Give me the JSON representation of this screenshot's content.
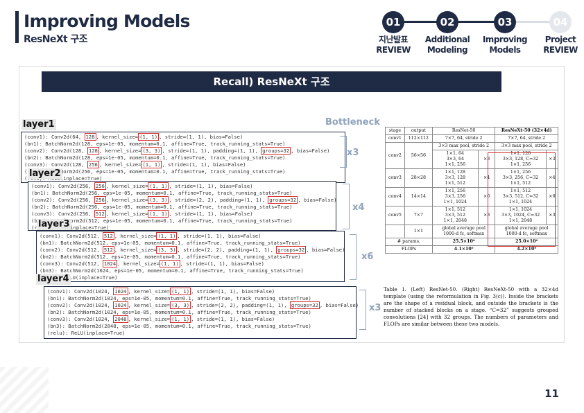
{
  "header": {
    "title": "Improving Models",
    "subtitle": "ResNeXt 구조"
  },
  "steps": [
    {
      "num": "01",
      "label_1": "지난발표",
      "label_2": "REVIEW",
      "active": true
    },
    {
      "num": "02",
      "label_1": "Additional",
      "label_2": "Modeling",
      "active": true
    },
    {
      "num": "03",
      "label_1": "Improving",
      "label_2": "Models",
      "active": true
    },
    {
      "num": "04",
      "label_1": "Project",
      "label_2": "REVIEW",
      "active": false
    }
  ],
  "panel_title": "Recall) ResNeXt 구조",
  "bottleneck_label": "Bottleneck",
  "layers": [
    {
      "name": "layer1",
      "multiplier": "x3",
      "lines": [
        "(conv1): Conv2d(64, [128], kernel_size=[(1, 1)], stride=(1, 1), bias=False)",
        "(bn1): BatchNorm2d(128, eps=1e-05, momentum=0.1, affine=True, track_running_stats=True)",
        "(conv2): Conv2d(128, [128], kernel_size=[(3, 3)], stride=(1, 1), padding=(1, 1), [groups=32], bias=False)",
        "(bn2): BatchNorm2d(128, eps=1e-05, momentum=0.1, affine=True, track_running_stats=True)",
        "(conv3): Conv2d(128, [256], kernel_size=[(1, 1)], stride=(1, 1), bias=False)",
        "(bn3): BatchNorm2d(256, eps=1e-05, momentum=0.1, affine=True, track_running_stats=True)",
        "(relu): ReLU(inplace=True)"
      ]
    },
    {
      "name": "layer2",
      "multiplier": "x4",
      "lines": [
        "(conv1): Conv2d(256, [256], kernel_size=[(1, 1)], stride=(1, 1), bias=False)",
        "(bn1): BatchNorm2d(256, eps=1e-05, momentum=0.1, affine=True, track_running_stats=True)",
        "(conv2): Conv2d(256, [256], kernel_size=[(3, 3)], stride=(2, 2), padding=(1, 1), [groups=32], bias=False)",
        "(bn2): BatchNorm2d(256, eps=1e-05, momentum=0.1, affine=True, track_running_stats=True)",
        "(conv3): Conv2d(256, [512], kernel_size=[(1, 1)], stride=(1, 1), bias=False)",
        "(bn3): BatchNorm2d(512, eps=1e-05, momentum=0.1, affine=True, track_running_stats=True)",
        "(relu): ReLU(inplace=True)"
      ]
    },
    {
      "name": "layer3",
      "multiplier": "x6",
      "lines": [
        "(conv1): Conv2d(512, [512], kernel_size=[(1, 1)], stride=(1, 1), bias=False)",
        "(bn1): BatchNorm2d(512, eps=1e-05, momentum=0.1, affine=True, track_running_stats=True)",
        "(conv2): Conv2d(512, [512], kernel_size=[(3, 3)], stride=(2, 2), padding=(1, 1), [groups=32], bias=False)",
        "(bn2): BatchNorm2d(512, eps=1e-05, momentum=0.1, affine=True, track_running_stats=True)",
        "(conv3): Conv2d(512, [1024], kernel_size=[(1, 1)], stride=(1, 1), bias=False)",
        "(bn3): BatchNorm2d(1024, eps=1e-05, momentum=0.1, affine=True, track_running_stats=True)",
        "(relu): ReLU(inplace=True)"
      ]
    },
    {
      "name": "layer4",
      "multiplier": "x3",
      "lines": [
        "(conv1): Conv2d(1024, [1024], kernel_size=[(1, 1)], stride=(1, 1), bias=False)",
        "(bn1): BatchNorm2d(1024, eps=1e-05, momentum=0.1, affine=True, track_running_stats=True)",
        "(conv2): Conv2d(1024, [1024], kernel_size=[(3, 3)], stride=(2, 2), padding=(1, 1), [groups=32], bias=False)",
        "(bn2): BatchNorm2d(1024, eps=1e-05, momentum=0.1, affine=True, track_running_stats=True)",
        "(conv3): Conv2d(1024, [2048], kernel_size=[(1, 1)], stride=(1, 1), bias=False)",
        "(bn3): BatchNorm2d(2048, eps=1e-05, momentum=0.1, affine=True, track_running_stats=True)",
        "(relu): ReLU(inplace=True)"
      ]
    }
  ],
  "table": {
    "headers": [
      "stage",
      "output",
      "ResNet-50",
      "ResNeXt-50 (32×4d)"
    ],
    "conv1": [
      "conv1",
      "112×112",
      "7×7, 64, stride 2",
      "7×7, 64, stride 2"
    ],
    "pool": [
      "3×3 max pool, stride 2",
      "3×3 max pool, stride 2"
    ],
    "rows": [
      {
        "stage": "conv2",
        "output": "56×56",
        "resnet": [
          "1×1, 64",
          "3×3, 64",
          "1×1, 256"
        ],
        "resnet_mult": "×3",
        "resnext": [
          "1×1, 128",
          "3×3, 128, C=32",
          "1×1, 256"
        ],
        "resnext_mult": "×3"
      },
      {
        "stage": "conv3",
        "output": "28×28",
        "resnet": [
          "1×1, 128",
          "3×3, 128",
          "1×1, 512"
        ],
        "resnet_mult": "×4",
        "resnext": [
          "1×1, 256",
          "3×3, 256, C=32",
          "1×1, 512"
        ],
        "resnext_mult": "×4"
      },
      {
        "stage": "conv4",
        "output": "14×14",
        "resnet": [
          "1×1, 256",
          "3×3, 256",
          "1×1, 1024"
        ],
        "resnet_mult": "×6",
        "resnext": [
          "1×1, 512",
          "3×3, 512, C=32",
          "1×1, 1024"
        ],
        "resnext_mult": "×6"
      },
      {
        "stage": "conv5",
        "output": "7×7",
        "resnet": [
          "1×1, 512",
          "3×3, 512",
          "1×1, 2048"
        ],
        "resnet_mult": "×3",
        "resnext": [
          "1×1, 1024",
          "3×3, 1024, C=32",
          "1×1, 2048"
        ],
        "resnext_mult": "×3"
      }
    ],
    "final": [
      "1×1",
      "global average pool",
      "1000-d fc, softmax",
      "global average pool",
      "1000-d fc, softmax"
    ],
    "params": [
      "# params.",
      "25.5×10⁶",
      "25.0×10⁶"
    ],
    "flops": [
      "FLOPs",
      "4.1×10⁹",
      "4.2×10⁹"
    ]
  },
  "caption": "Table 1. (Left) ResNet-50. (Right) ResNeXt-50 with a 32×4d template (using the reformulation in Fig. 3(c)). Inside the brackets are the shape of a residual block, and outside the brackets is the number of stacked blocks on a stage. “C=32” suggests grouped convolutions [24] with 32 groups. The numbers of parameters and FLOPs are similar between these two models.",
  "page_number": "11"
}
